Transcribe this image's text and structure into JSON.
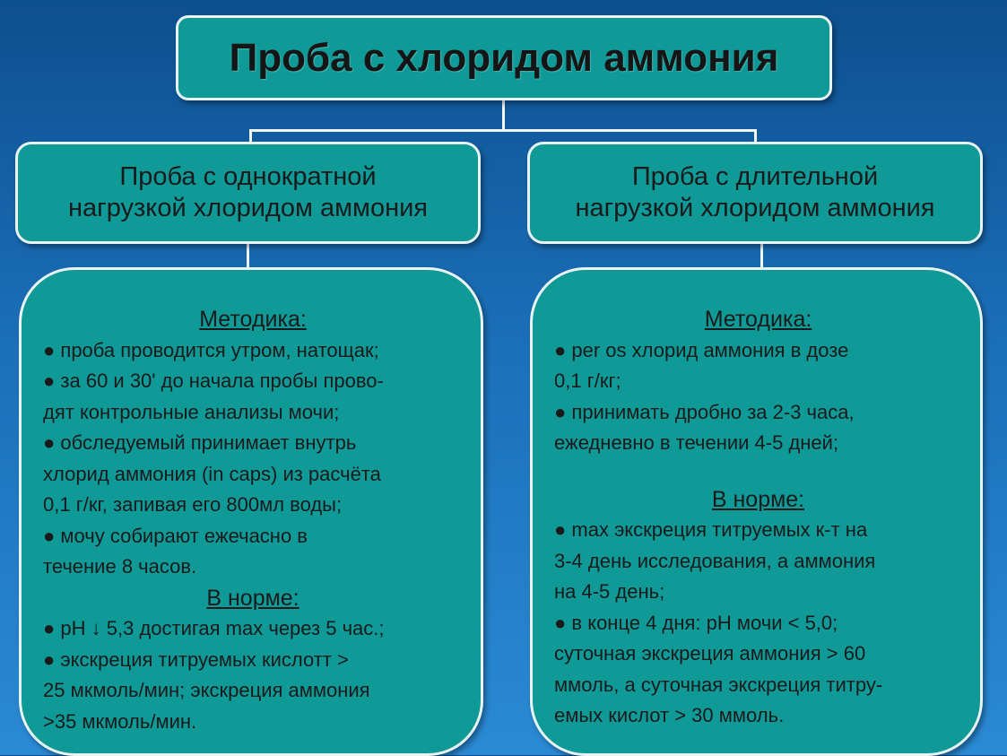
{
  "title": "Проба с хлоридом аммония",
  "left": {
    "header_lines": [
      "Проба с однократной",
      "нагрузкой хлоридом аммония"
    ],
    "method_heading": "Методика:",
    "method_lines": [
      "● проба проводится утром, натощак;",
      "● за 60 и 30' до начала пробы прово-",
      "дят контрольные анализы мочи;",
      "● обследуемый принимает внутрь",
      "хлорид аммония (in caps) из расчёта",
      "0,1 г/кг, запивая его 800мл воды;",
      "● мочу собирают ежечасно в",
      "течение 8 часов."
    ],
    "norm_heading": "В норме:",
    "norm_lines": [
      "● pH ↓ 5,3 достигая max через 5 час.;",
      "● экскреция титруемых кислотт >",
      "25 мкмоль/мин; экскреция аммония",
      ">35 мкмоль/мин."
    ]
  },
  "right": {
    "header_lines": [
      "Проба с длительной",
      "нагрузкой хлоридом аммония"
    ],
    "method_heading": "Методика:",
    "method_lines": [
      "● per os хлорид аммония в дозе",
      "0,1 г/кг;",
      "● принимать дробно за 2-3 часа,",
      "ежедневно в течении 4-5 дней;"
    ],
    "norm_heading": "В норме:",
    "norm_lines": [
      "● max экскреция титруемых к-т на",
      " 3-4 день исследования, а аммония",
      " на 4-5 день;",
      "● в конце 4 дня: pH мочи < 5,0;",
      "суточная экскреция аммония > 60",
      "ммоль, а суточная экскреция титру-",
      "емых кислот > 30 ммоль."
    ]
  }
}
